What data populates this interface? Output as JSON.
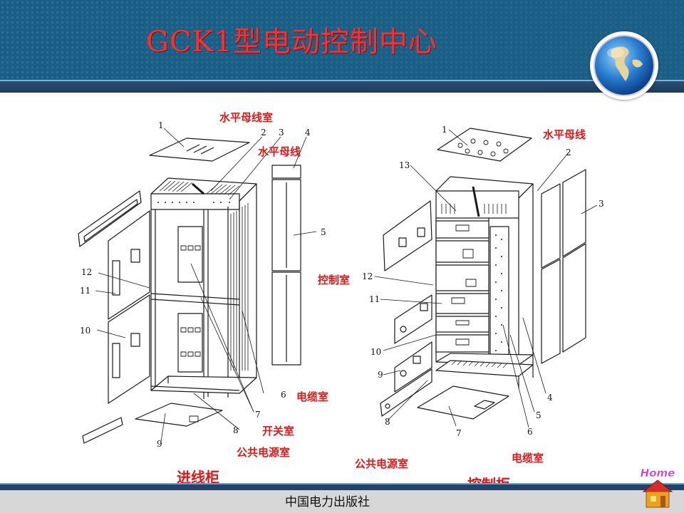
{
  "slide": {
    "title": "GCK1型电动控制中心",
    "publisher": "中国电力出版社",
    "home_label": "Home"
  },
  "colors": {
    "header": "#1a5f86",
    "title": "#ff2d2d",
    "label": "#e01818",
    "band": "#22436a"
  },
  "left_cabinet": {
    "caption": "进线柜",
    "labels": {
      "busbar_room": "水平母线室",
      "busbar": "水平母线",
      "cable_room": "电缆室",
      "switch_room": "开关室",
      "power_room": "公共电源室"
    },
    "numbers": [
      "1",
      "2",
      "3",
      "4",
      "5",
      "6",
      "7",
      "8",
      "9",
      "10",
      "11",
      "12"
    ]
  },
  "right_cabinet": {
    "caption": "控制柜",
    "labels": {
      "busbar": "水平母线",
      "control_room": "控制室",
      "power_room": "公共电源室",
      "cable_room": "电缆室"
    },
    "numbers": [
      "1",
      "2",
      "3",
      "4",
      "5",
      "6",
      "7",
      "8",
      "9",
      "10",
      "11",
      "12",
      "13"
    ]
  },
  "icons": {
    "globe": "globe-icon",
    "home": "home-icon"
  }
}
